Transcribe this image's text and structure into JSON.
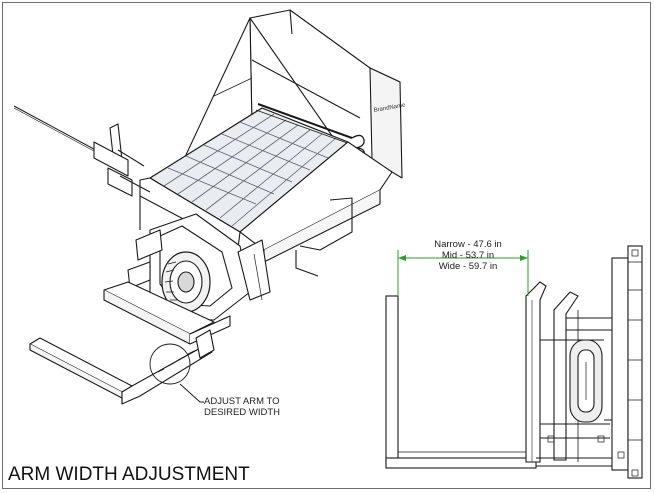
{
  "drawing": {
    "title": "ARM WIDTH ADJUSTMENT",
    "callout": {
      "line1": "ADJUST ARM TO",
      "line2": "DESIRED WIDTH"
    },
    "dimensions": {
      "narrow": "Narrow - 47.6 in",
      "mid": "Mid - 53.7 in",
      "wide": "Wide - 59.7 in"
    },
    "colors": {
      "dimension_line": "#2e9e2e",
      "linework": "#1a1a1a",
      "grate": "#cfd3da"
    }
  }
}
